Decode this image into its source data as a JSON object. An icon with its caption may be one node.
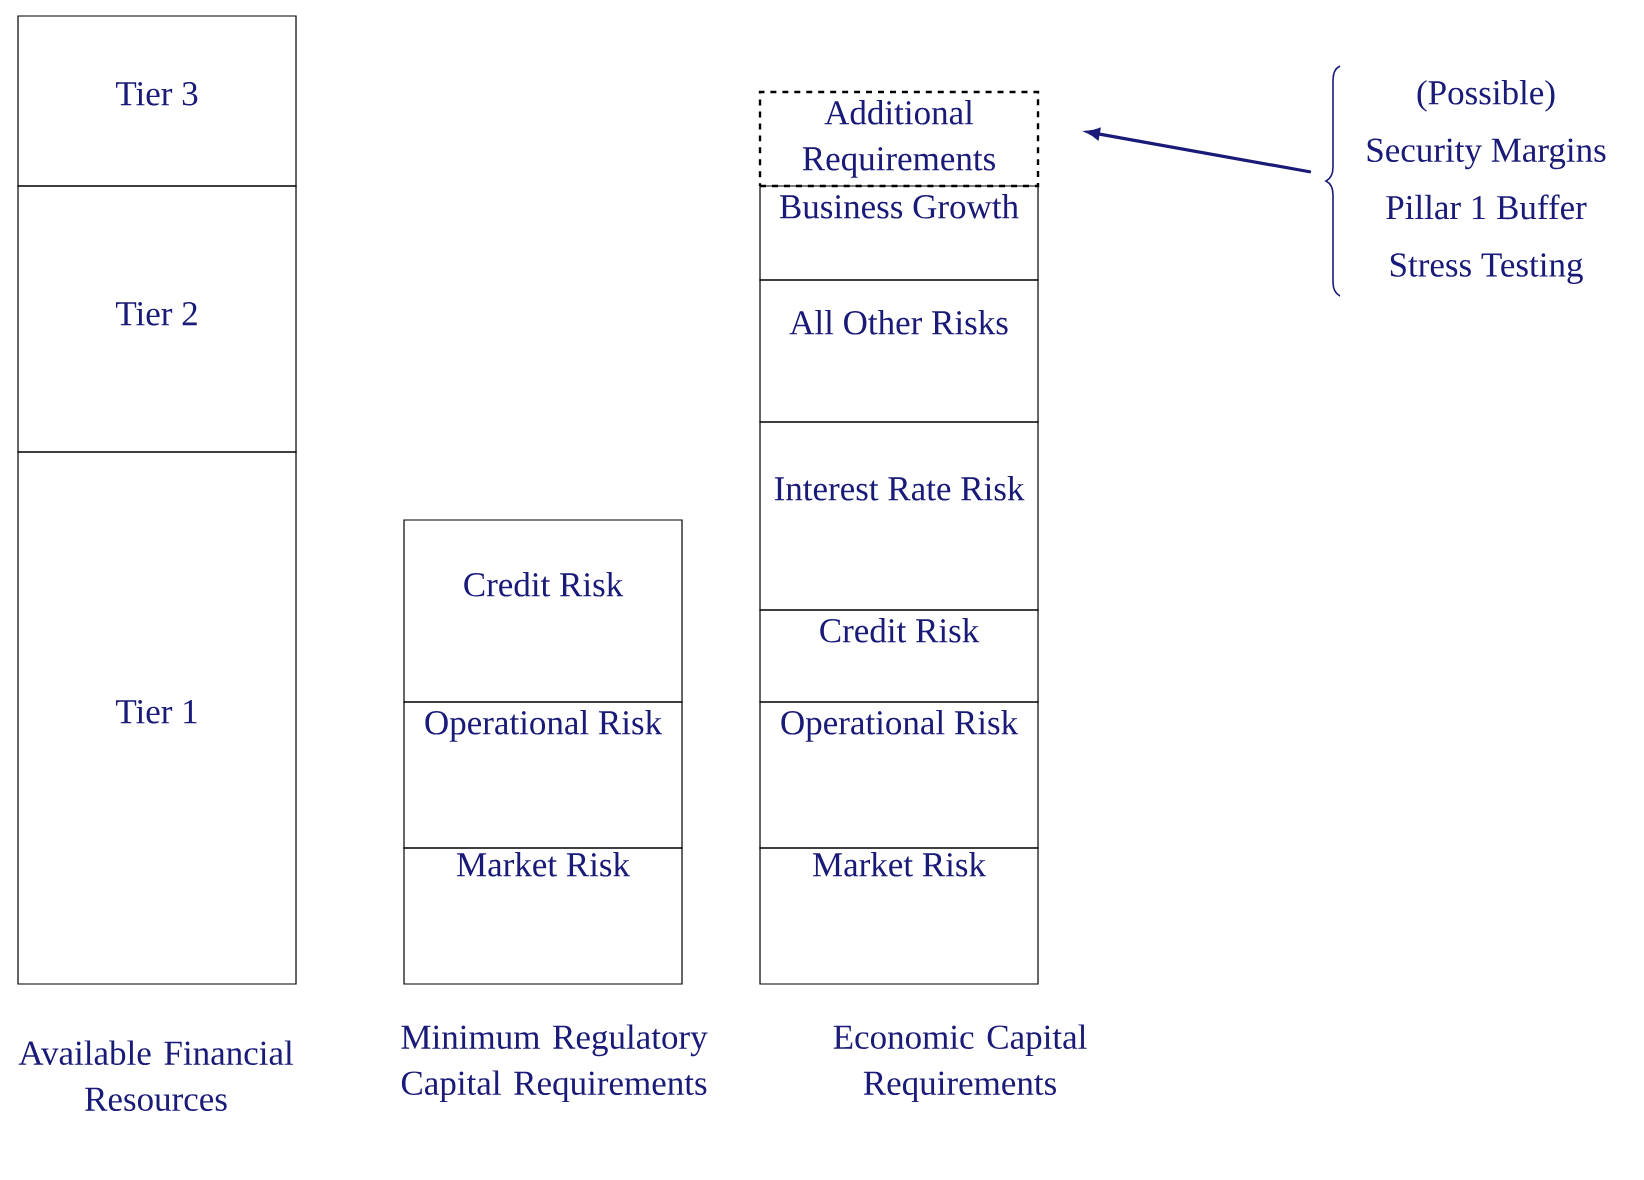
{
  "diagram": {
    "nodes": [
      {
        "text": [
          "Tier 3"
        ]
      },
      {
        "text": [
          "Tier 2"
        ]
      },
      {
        "text": [
          "Tier 1"
        ]
      },
      {
        "text": [
          "Credit Risk"
        ]
      },
      {
        "text": [
          "Operational Risk"
        ]
      },
      {
        "text": [
          "Market Risk"
        ]
      },
      {
        "text": [
          "Additional Requirements"
        ]
      },
      {
        "text": [
          "Business Growth"
        ]
      },
      {
        "text": [
          "All Other Risks"
        ]
      },
      {
        "text": [
          "Interest Rate Risk"
        ]
      },
      {
        "text": [
          "Credit Risk"
        ]
      },
      {
        "text": [
          "Operational Risk"
        ]
      },
      {
        "text": [
          "Market Risk"
        ]
      },
      {
        "text": [
          "(Possible)",
          "Security Margins",
          "Pillar 1 Buffer",
          "Stress Testing"
        ]
      }
    ],
    "edges": [
      {
        "from": 13,
        "to": 6,
        "arrow": "to"
      }
    ],
    "labels": [
      "Available Financial Resources",
      "Minimum Regulatory Capital Requirements",
      "Economic Capital Requirements"
    ]
  }
}
